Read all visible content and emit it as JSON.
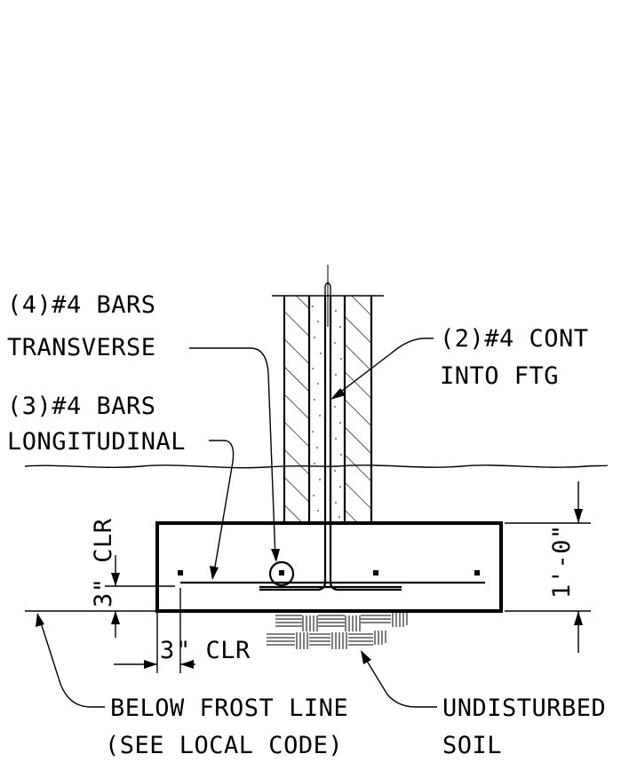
{
  "labels": {
    "transverse_line1": "(4)#4 BARS",
    "transverse_line2": "TRANSVERSE",
    "cont_line1": "(2)#4 CONT",
    "cont_line2": "INTO FTG",
    "longitudinal_line1": "(3)#4 BARS",
    "longitudinal_line2": "LONGITUDINAL",
    "clear_vertical": "3\" CLR",
    "clear_horizontal_dim": "3",
    "clear_horizontal_text": "\" CLR",
    "footing_depth": "1'-0\"",
    "frost_line1": "BELOW FROST LINE",
    "frost_line2": "(SEE LOCAL CODE)",
    "soil_line1": "UNDISTURBED",
    "soil_line2": "SOIL"
  }
}
